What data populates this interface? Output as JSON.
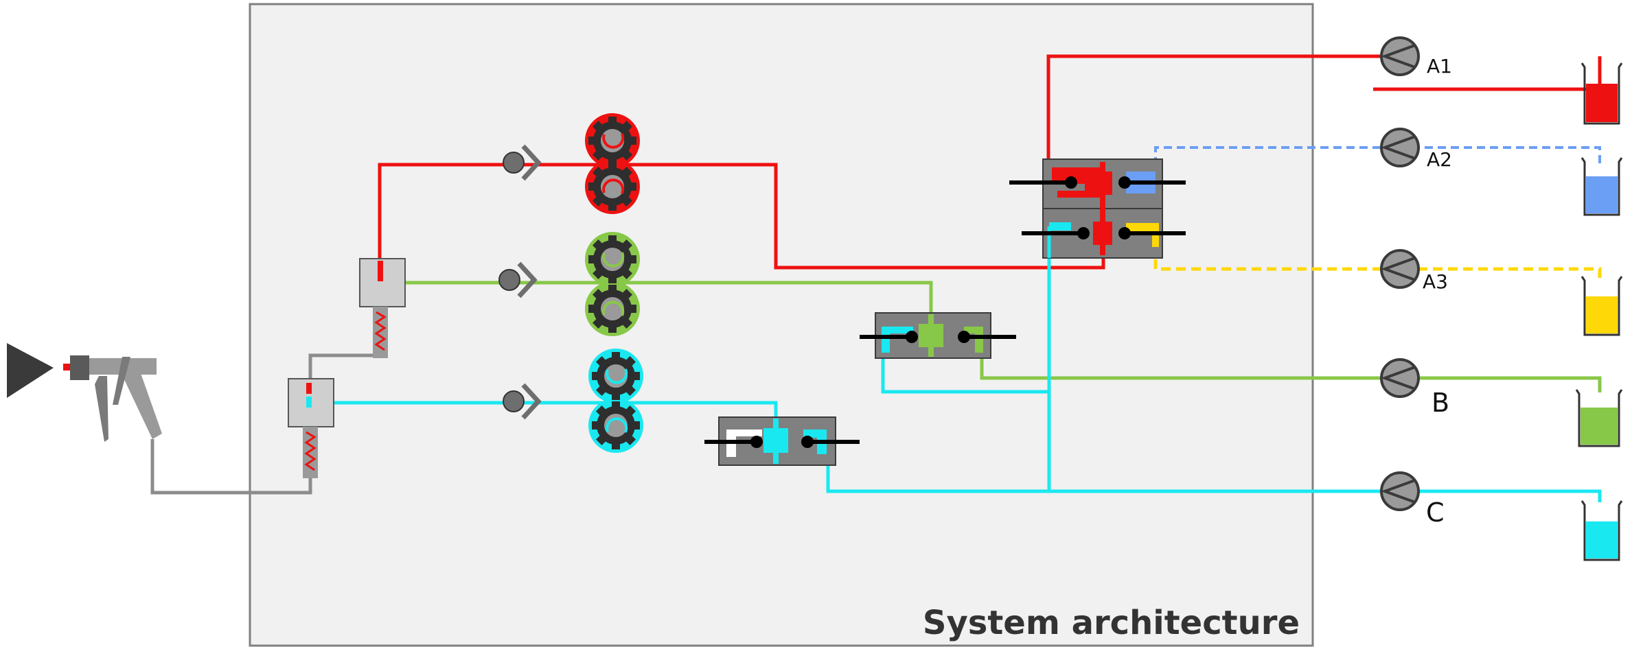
{
  "title": "System architecture",
  "colors": {
    "background": "#ffffff",
    "panel": "#f1f1f1",
    "panel_border": "#808080",
    "red": "#ee1111",
    "green": "#88c848",
    "cyan": "#1ae8f0",
    "blue": "#6b9ef5",
    "yellow": "#ffd808",
    "gray_line": "#8c8c8c",
    "dark": "#3a3a3a",
    "block": "#808080"
  },
  "sources": [
    {
      "id": "A1",
      "label": "A1",
      "color": "#ee1111",
      "line": "solid"
    },
    {
      "id": "A2",
      "label": "A2",
      "color": "#6b9ef5",
      "line": "dashed"
    },
    {
      "id": "A3",
      "label": "A3",
      "color": "#ffd808",
      "line": "dashed"
    },
    {
      "id": "B",
      "label": "B",
      "color": "#88c848",
      "line": "solid"
    },
    {
      "id": "C",
      "label": "C",
      "color": "#1ae8f0",
      "line": "solid"
    }
  ],
  "icons": {
    "pump": "pump-icon",
    "tank": "tank-icon",
    "gear_pump": "gear-pump-icon",
    "check_valve": "check-valve-icon",
    "switch_valve": "switching-valve-icon",
    "static_mixer": "static-mixer-icon",
    "spray_gun": "spray-gun-icon"
  }
}
